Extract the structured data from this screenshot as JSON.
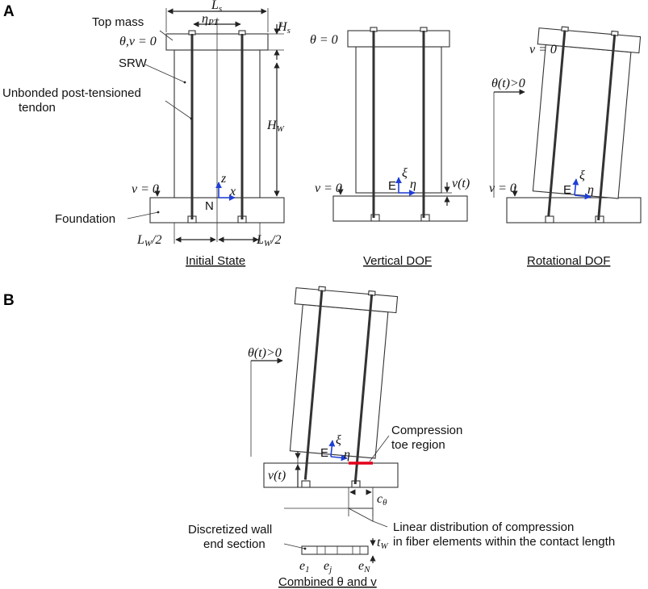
{
  "panels": {
    "a": "A",
    "b": "B"
  },
  "labels": {
    "top_mass": "Top mass",
    "srw": "SRW",
    "tendon_1": "Unbonded post-tensioned",
    "tendon_2": "tendon",
    "foundation": "Foundation",
    "N": "N",
    "E": "E"
  },
  "math": {
    "Ls_main": "L",
    "Ls_sub": "s",
    "eta_main": "η",
    "eta_sub": "PT",
    "Hs_main": "H",
    "Hs_sub": "s",
    "Hw_main": "H",
    "Hw_sub": "W",
    "theta_v_zero": "θ,v = 0",
    "theta_zero": "θ = 0",
    "v_zero": "v = 0",
    "z": "z",
    "x": "x",
    "xi": "ξ",
    "eta": "η",
    "Lw_main": "L",
    "Lw_sub": "W",
    "Lw_tail": "/2",
    "v_t": "v(t)",
    "theta_t": "θ(t)",
    "gt0": ">0",
    "c_main": "c",
    "c_sub": "θ",
    "t_main": "t",
    "t_sub": "W",
    "e1_main": "e",
    "e1_sub": "1",
    "ej_main": "e",
    "ej_sub": "j",
    "eN_main": "e",
    "eN_sub": "N"
  },
  "captions": {
    "initial": "Initial State",
    "vertical": "Vertical DOF",
    "rotational": "Rotational DOF",
    "combined": "Combined θ and v"
  },
  "annotations": {
    "comp_toe_1": "Compression",
    "comp_toe_2": "toe region",
    "linear_1": "Linear distribution of compression",
    "linear_2": "in fiber elements within the contact length",
    "disc_1": "Discretized wall",
    "disc_2": "end section"
  },
  "colors": {
    "axes": "#1f3fd6",
    "toe": "#e3001b",
    "lines": "#333333"
  }
}
